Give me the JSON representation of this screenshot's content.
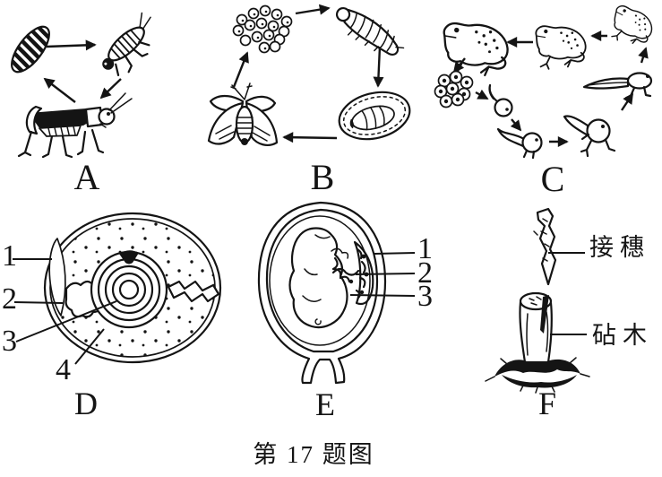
{
  "figure": {
    "caption": "第 17 题图",
    "background": "#ffffff",
    "ink": "#141414"
  },
  "panels": {
    "a": {
      "label": "A"
    },
    "b": {
      "label": "B"
    },
    "c": {
      "label": "C"
    },
    "d": {
      "label": "D"
    },
    "e": {
      "label": "E"
    },
    "f": {
      "label": "F"
    }
  },
  "annotations": {
    "d": [
      "1",
      "2",
      "3",
      "4"
    ],
    "e": [
      "1",
      "2",
      "3"
    ],
    "f": {
      "scion": "接穗",
      "rootstock": "砧木"
    }
  }
}
